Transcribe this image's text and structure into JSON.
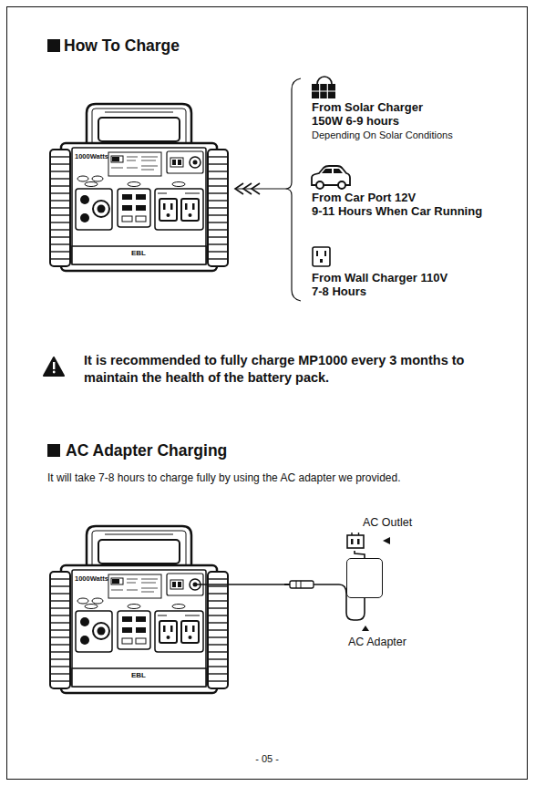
{
  "diagram": {
    "title": "How To Charge",
    "nodes": [
      {
        "text": [
          "1000Watts",
          "EBL"
        ]
      },
      {
        "text": [
          "AC Adapter"
        ]
      },
      {
        "text": [
          "AC Outlet"
        ]
      }
    ],
    "edges": [
      {
        "from": 0,
        "to": 1,
        "arrow": "none"
      },
      {
        "from": 1,
        "to": 2,
        "arrow": "none"
      }
    ],
    "labels": [
      "1000Watts",
      "EBL",
      "From Solar Charger",
      "150W 6-9 hours",
      "Depending On Solar Conditions",
      "From Car Port 12V",
      "9-11 Hours When Car Running",
      "From Wall Charger 110V",
      "7-8 Hours",
      "It is recommended to fully charge MP1000 every 3 months to maintain the health of the battery pack.",
      "AC Adapter Charging",
      "It will take 7-8 hours to charge fully by using the AC adapter we provided.",
      "- 05 -"
    ]
  }
}
